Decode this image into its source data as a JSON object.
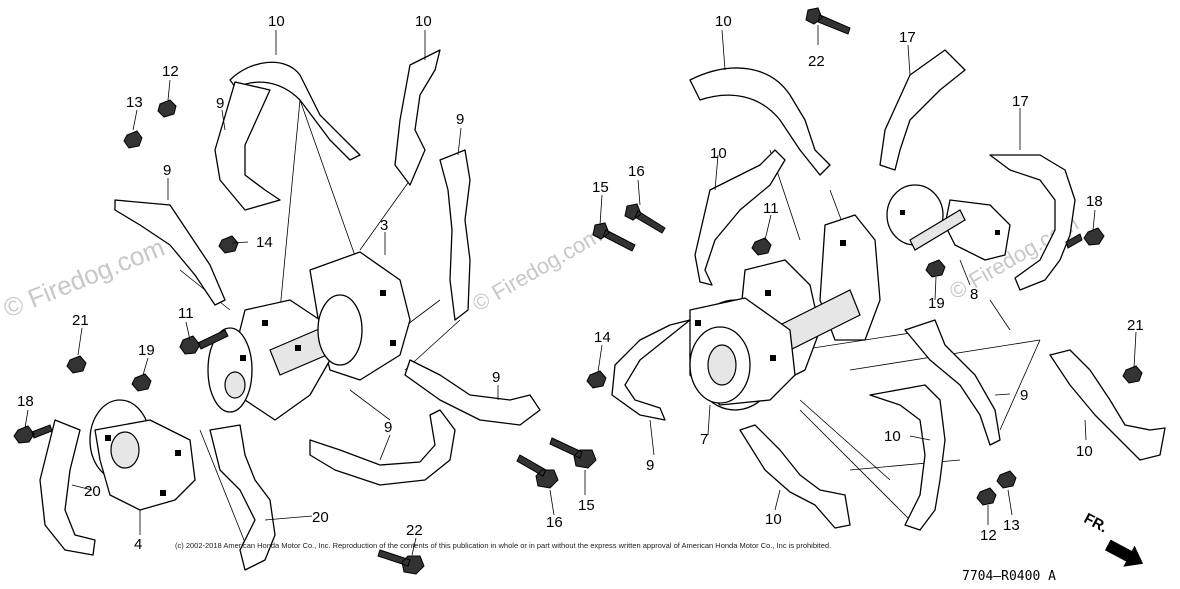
{
  "watermarks": [
    "© Firedog.com",
    "© Firedog.com",
    "© Firedog.com"
  ],
  "copyright": "(c) 2002-2018 American Honda Motor Co., Inc. Reproduction of the contents of this publication in whole or in part without the express written approval of American Honda Motor Co., Inc is prohibited.",
  "diagram_code": "7704—R0400 A",
  "front_indicator": "FR.",
  "callouts": {
    "left": {
      "c10a": "10",
      "c10b": "10",
      "c12": "12",
      "c13": "13",
      "c9a": "9",
      "c9b": "9",
      "c9c": "9",
      "c14": "14",
      "c3": "3",
      "c11": "11",
      "c21": "21",
      "c19": "19",
      "c18": "18",
      "c9d": "9",
      "c9e": "9",
      "c20a": "20",
      "c20b": "20",
      "c4": "4",
      "c22": "22"
    },
    "right": {
      "c10a": "10",
      "c22": "22",
      "c17a": "17",
      "c17b": "17",
      "c10b": "10",
      "c16a": "16",
      "c15a": "15",
      "c11": "11",
      "c18": "18",
      "c19": "19",
      "c8": "8",
      "c21": "21",
      "c14": "14",
      "c9a": "9",
      "c9b": "9",
      "c7": "7",
      "c10c": "10",
      "c10d": "10",
      "c10e": "10",
      "c15b": "15",
      "c16b": "16",
      "c12": "12",
      "c13": "13"
    }
  }
}
